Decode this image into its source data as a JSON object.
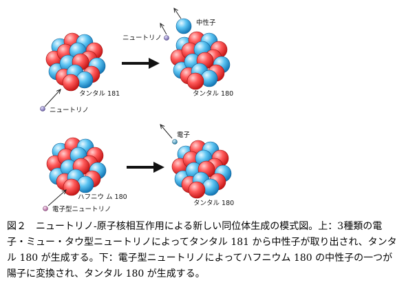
{
  "colors": {
    "proton": "#ff4a4a",
    "neutron": "#2aa7e6",
    "neutrino": "#8a7fc0",
    "electron_neutrino": "#c38ab6",
    "electron": "#4aa2c8",
    "arrow": "#111111"
  },
  "top": {
    "neutron_label": "中性子",
    "neutrino_out_label": "ニュートリノ",
    "neutrino_in_label": "ニュートリノ",
    "nucleus_before_label": "タンタル 181",
    "nucleus_after_label": "タンタル 180"
  },
  "bottom": {
    "electron_label": "電子",
    "neutrino_in_label": "電子型ニュートリノ",
    "nucleus_before_label": "ハフニウ ム 180",
    "nucleus_after_label": "タンタル 180"
  },
  "caption": {
    "figure_number": "図２",
    "text": "ニュートリノ-原子核相互作用による新しい同位体生成の模式図。上：3種類の電子・ミュー・タウ型ニュートリノによってタンタル 181 から中性子が取り出され、タンタル 180 が生成する。下：電子型ニュートリノによってハフニウム 180 の中性子の一つが陽子に変換され、タンタル 180 が生成する。"
  }
}
